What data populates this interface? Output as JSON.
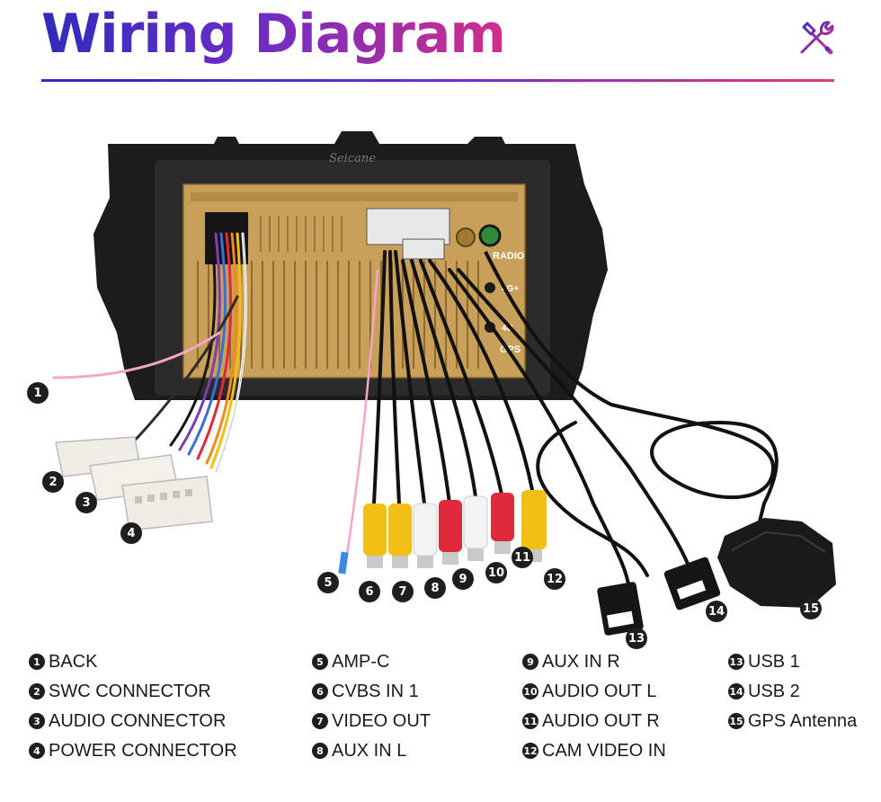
{
  "header": {
    "title": "Wiring Diagram",
    "icon": "tools-icon"
  },
  "diagram": {
    "brand_text": "Seicane",
    "ports": [
      {
        "label": "RADIO"
      },
      {
        "label": "4G+"
      },
      {
        "label": "4G"
      },
      {
        "label": "GPS"
      }
    ]
  },
  "items": [
    {
      "num": "1",
      "label": "BACK"
    },
    {
      "num": "2",
      "label": "SWC CONNECTOR"
    },
    {
      "num": "3",
      "label": "AUDIO CONNECTOR"
    },
    {
      "num": "4",
      "label": "POWER CONNECTOR"
    },
    {
      "num": "5",
      "label": "AMP-C"
    },
    {
      "num": "6",
      "label": "CVBS IN 1"
    },
    {
      "num": "7",
      "label": "VIDEO OUT"
    },
    {
      "num": "8",
      "label": "AUX IN L"
    },
    {
      "num": "9",
      "label": "AUX IN R"
    },
    {
      "num": "10",
      "label": "AUDIO OUT L"
    },
    {
      "num": "11",
      "label": "AUDIO OUT R"
    },
    {
      "num": "12",
      "label": "CAM VIDEO IN"
    },
    {
      "num": "13",
      "label": "USB 1"
    },
    {
      "num": "14",
      "label": "USB 2"
    },
    {
      "num": "15",
      "label": "GPS Antenna"
    }
  ],
  "colors": {
    "title_gradient_start": "#2f2bbd",
    "title_gradient_end": "#d22e8a",
    "panel": "#c9a05a",
    "frame": "#1c1c1c",
    "rca_yellow": "#f2c012",
    "rca_white": "#f3f3f3",
    "rca_red": "#e0293b"
  }
}
